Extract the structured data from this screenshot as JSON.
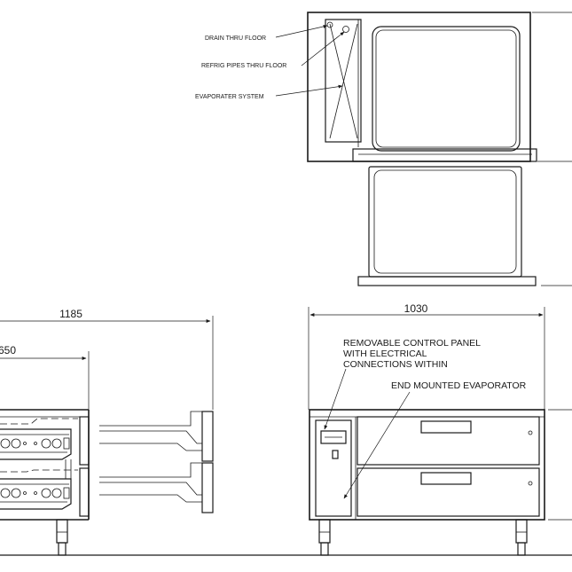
{
  "plan_view": {
    "labels": {
      "drain": "DRAIN THRU FLOOR",
      "refrig": "REFRIG PIPES THRU FLOOR",
      "evap": "EVAPORATER SYSTEM"
    },
    "dim_depth": "650"
  },
  "front_view": {
    "dim_width": "1030",
    "label_panel_1": "REMOVABLE CONTROL PANEL",
    "label_panel_2": "WITH ELECTRICAL",
    "label_panel_3": "CONNECTIONS WITHIN",
    "label_evap": "END MOUNTED EVAPORATOR"
  },
  "side_view": {
    "dim_open": "1185",
    "dim_closed": "650"
  }
}
